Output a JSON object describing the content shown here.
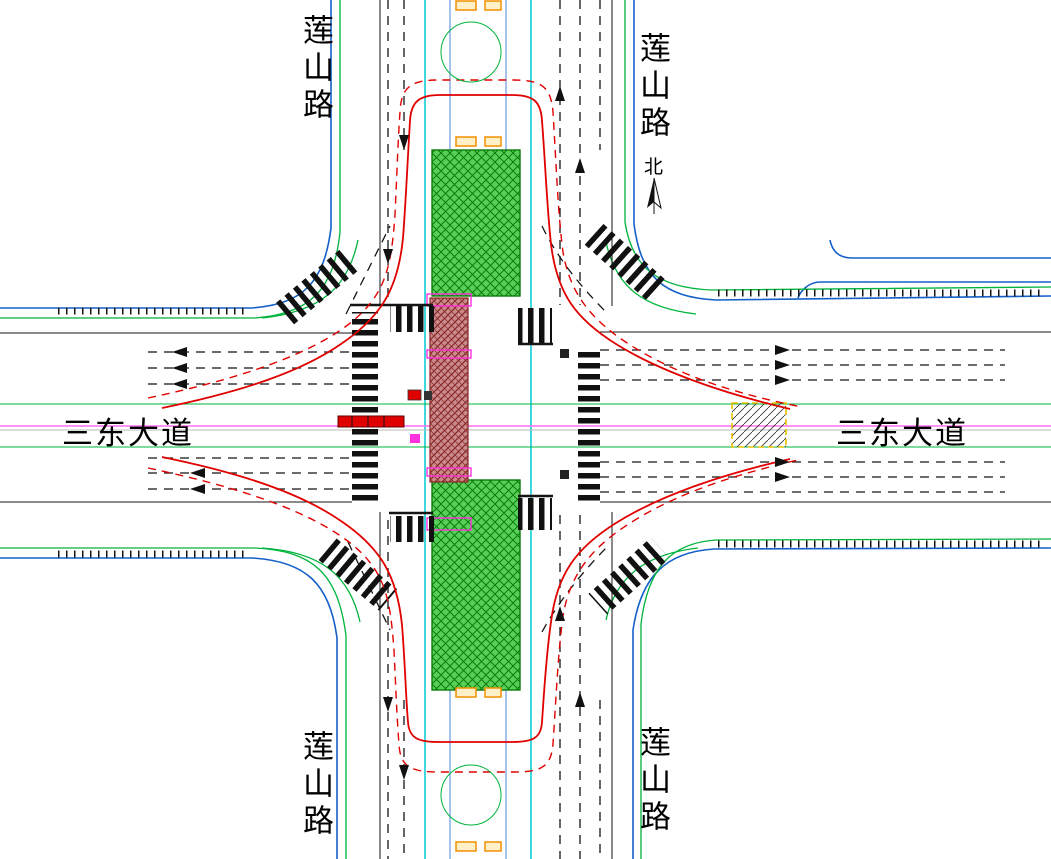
{
  "drawing": {
    "kind": "intersection-channelization-plan",
    "compass": {
      "north_label": "北"
    },
    "roads": {
      "east_west": {
        "name": "三东大道"
      },
      "north_south": {
        "name": "莲山路"
      }
    },
    "colors": {
      "road_edge_blue": "#1560c8",
      "road_edge_green": "#00b43c",
      "guide_line_red": "#e00000",
      "median_fill_green": "#58cf58",
      "median_hatch_green": "#0c7d0c",
      "work_zone_fill": "#c98c8c",
      "work_zone_hatch": "#8a2525",
      "centerline_magenta": "#ff6ef0",
      "transit_line_cyan": "#00c8d2",
      "marker_magenta": "#ff30e0",
      "shelter_orange": "#f09000",
      "stop_bar_red": "#e00000",
      "lane_marking_black": "#151515",
      "hatch_box_border_yellow": "#e8c000"
    }
  }
}
